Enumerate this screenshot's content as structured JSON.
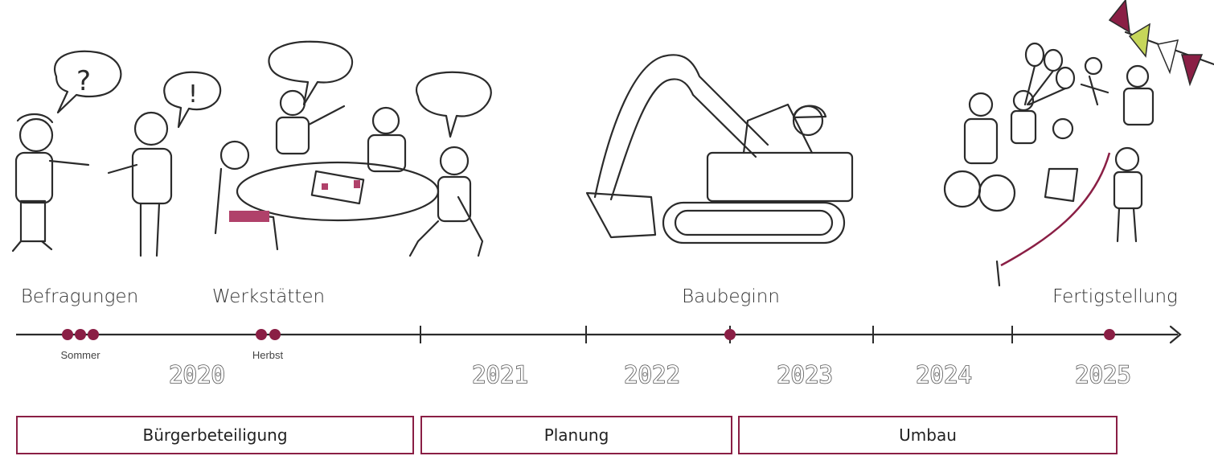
{
  "colors": {
    "accent": "#8a1f45",
    "speech_bubble": "#c6d65a",
    "clothing": "#c8627f",
    "line": "#2b2b2b"
  },
  "milestones": [
    "Befragungen",
    "Werkstätten",
    "Baubeginn",
    "Fertigstellung"
  ],
  "seasons": [
    "Sommer",
    "Herbst"
  ],
  "years": [
    "2020",
    "2021",
    "2022",
    "2023",
    "2024",
    "2025"
  ],
  "phases": [
    "Bürgerbeteiligung",
    "Planung",
    "Umbau"
  ],
  "bubble_marks": [
    "?",
    "!"
  ]
}
